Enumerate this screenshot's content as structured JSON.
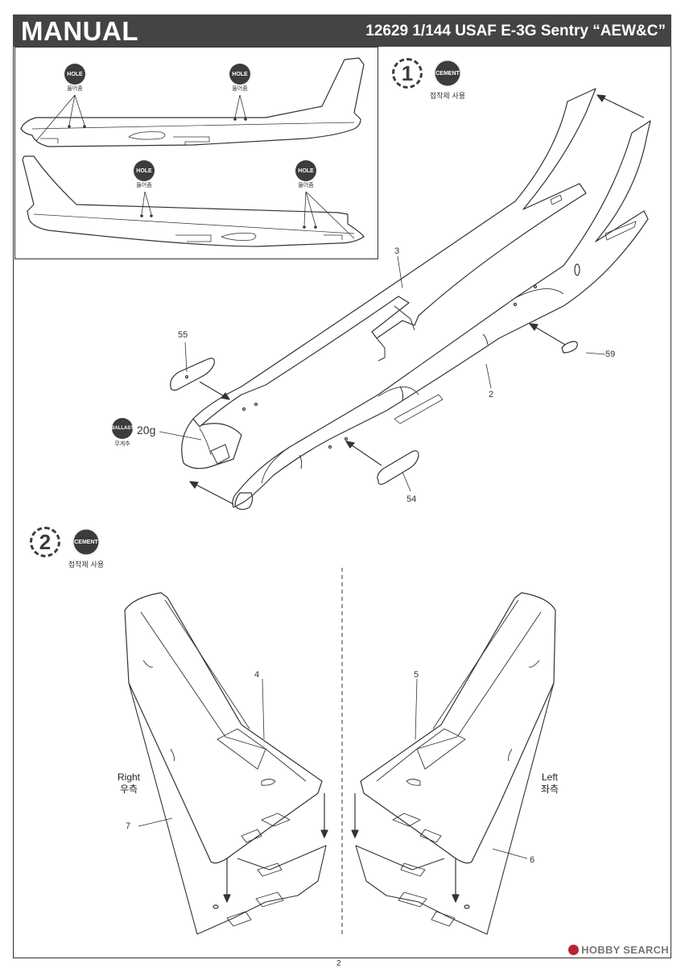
{
  "header": {
    "title": "MANUAL",
    "product": "12629 1/144 USAF E-3G Sentry “AEW&C”"
  },
  "inset": {
    "hole_badges": [
      {
        "label": "HOLE",
        "caption": "뚫어줌"
      },
      {
        "label": "HOLE",
        "caption": "뚫어줌"
      },
      {
        "label": "HOLE",
        "caption": "뚫어줌"
      },
      {
        "label": "HOLE",
        "caption": "뚫어줌"
      }
    ]
  },
  "step1": {
    "number": "1",
    "cement_label": "CEMENT",
    "cement_caption": "접착제 사용",
    "ballast_label": "BALLAST",
    "ballast_caption": "무게추",
    "ballast_weight": "20g",
    "parts": [
      "3",
      "55",
      "59",
      "2",
      "54"
    ]
  },
  "step2": {
    "number": "2",
    "cement_label": "CEMENT",
    "cement_caption": "접착제 사용",
    "right_label": "Right",
    "right_label_kr": "우측",
    "left_label": "Left",
    "left_label_kr": "좌측",
    "parts": [
      "4",
      "7",
      "5",
      "6"
    ]
  },
  "footer": {
    "page_number": "2",
    "watermark": "HOBBY SEARCH"
  }
}
